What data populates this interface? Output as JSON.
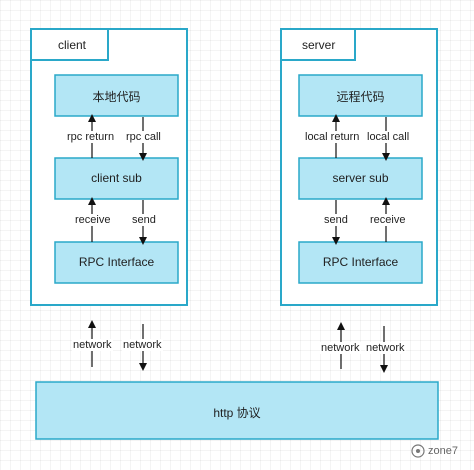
{
  "client": {
    "title": "client",
    "local_code": "本地代码",
    "sub": "client sub",
    "rpc_interface": "RPC Interface",
    "rpc_return": "rpc return",
    "rpc_call": "rpc call",
    "receive": "receive",
    "send": "send",
    "network_up": "network",
    "network_down": "network"
  },
  "server": {
    "title": "server",
    "remote_code": "远程代码",
    "sub": "server sub",
    "rpc_interface": "RPC Interface",
    "local_return": "local return",
    "local_call": "local call",
    "send": "send",
    "receive": "receive",
    "network_up": "network",
    "network_down": "network"
  },
  "protocol": {
    "label": "http 协议"
  },
  "watermark": {
    "text": "zone7"
  },
  "colors": {
    "frame_border": "#2aa8c9",
    "box_fill": "#b3e6f5",
    "box_border": "#2aa8c9",
    "arrow": "#111111"
  }
}
